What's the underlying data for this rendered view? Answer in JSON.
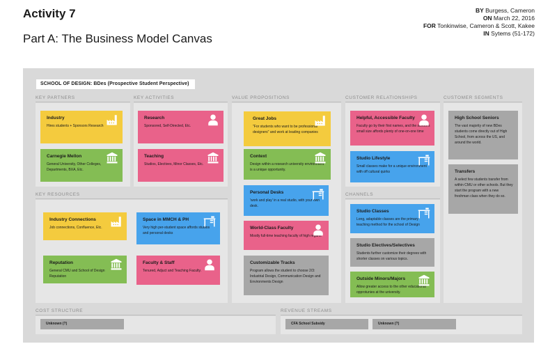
{
  "header": {
    "title": "Activity 7",
    "subtitle": "Part A: The Business Model Canvas",
    "by_label": "BY",
    "by_value": " Burgess, Cameron",
    "on_label": "ON",
    "on_value": " March 22, 2016",
    "for_label": "FOR",
    "for_value": " Tonkinwise, Cameron & Scott, Kakee",
    "in_label": "IN",
    "in_value": " Sytems (51-172)"
  },
  "banner": "SCHOOL OF DESIGN: BDes (Prospective Student Perspective)",
  "sections": {
    "key_partners": "KEY PARTNERS",
    "key_activities": "KEY ACTIVITIES",
    "value_propositions": "VALUE PROPOSITIONS",
    "customer_relationships": "CUSTOMER RELATIONSHIPS",
    "customer_segments": "CUSTOMER SEGMENTS",
    "key_resources": "KEY RESOURCES",
    "channels": "CHANNELS",
    "cost_structure": "COST STRUCTURE",
    "revenue_streams": "REVENUE STREAMS"
  },
  "colors": {
    "yellow": "#f4cb3e",
    "green": "#84bd54",
    "pink": "#e9628a",
    "blue": "#47a3ec",
    "grey": "#a7a7a7"
  },
  "cards": {
    "industry": {
      "title": "Industry",
      "desc": "Hires students + Sponsors Research",
      "icon": "factory-icon"
    },
    "cmu": {
      "title": "Carnegie Mellon",
      "desc": "General University, Other Colleges, Departments, BXA, Etc.",
      "icon": "institution-icon"
    },
    "research": {
      "title": "Research",
      "desc": "Sponsored, Self-Directed, Etc.",
      "icon": "person-icon"
    },
    "teaching": {
      "title": "Teaching",
      "desc": "Studios, Electives, Minor Classes, Etc.",
      "icon": "institution-icon"
    },
    "great_jobs": {
      "title": "Great Jobs",
      "desc": "\"For students who want to be professional designers\" and work at leading companies",
      "icon": "factory-icon"
    },
    "context": {
      "title": "Context",
      "desc": "Design within a research university environment is a unique opportunity.",
      "icon": "institution-icon"
    },
    "desks": {
      "title": "Personal Desks",
      "desc": "'work and play' in a real studio, with your own desk.",
      "icon": "desk-icon"
    },
    "faculty_vp": {
      "title": "World-Class Faculty",
      "desc": "Mostly full-time teaching faculty of high regard.",
      "icon": "person-icon"
    },
    "tracks": {
      "title": "Customizable Tracks",
      "desc": "Program allows the student to choose 2/3: Industrial Design, Communication Design and Environments Design"
    },
    "helpful": {
      "title": "Helpful, Accessible Faculty",
      "desc": "Faculty go by their first names, and the school's small size affords plenty of one-on-one time",
      "icon": "person-icon"
    },
    "lifestyle": {
      "title": "Studio Lifestyle",
      "desc": "Small classes make for a unique environment with off cultural quirks",
      "icon": "desk-icon"
    },
    "studio_classes": {
      "title": "Studio Classes",
      "desc": "Long, adaptable classes are the primary teaching method for the school of Design",
      "icon": "desk-icon"
    },
    "electives": {
      "title": "Studio Electives/Selectives",
      "desc": "Students further customize their degrees with shorter classes on various topics."
    },
    "minors": {
      "title": "Outside Minors/Majors",
      "desc": "Allow greater access to the other educational opprotunies at the university.",
      "icon": "institution-icon"
    },
    "hs": {
      "title": "High School Seniors",
      "desc": "The vast majority of new BDes students come directly out of High School, from across the US, and around the world."
    },
    "transfers": {
      "title": "Transfers",
      "desc": "A select few students transfer from within CMU or other schools. But they start the program with a new freshman class when they do so."
    },
    "industry_conn": {
      "title": "Industry Connections",
      "desc": "Job connections, Confluence, Etc.",
      "icon": "factory-icon"
    },
    "reputation": {
      "title": "Reputation",
      "desc": "General CMU and School of Design Reputation",
      "icon": "institution-icon"
    },
    "space": {
      "title": "Space in MMCH & PH",
      "desc": "Very high per-student space affords studios and personal desks",
      "icon": "desk-icon"
    },
    "faculty_staff": {
      "title": "Faculty & Staff",
      "desc": "Tenured, Adjuct and Teaching Faculty.",
      "icon": "person-icon"
    }
  },
  "cost": {
    "unknown": "Unknown (?)"
  },
  "revenue": {
    "cfa": "CFA School Subsidy",
    "unknown": "Unknown (?)"
  }
}
